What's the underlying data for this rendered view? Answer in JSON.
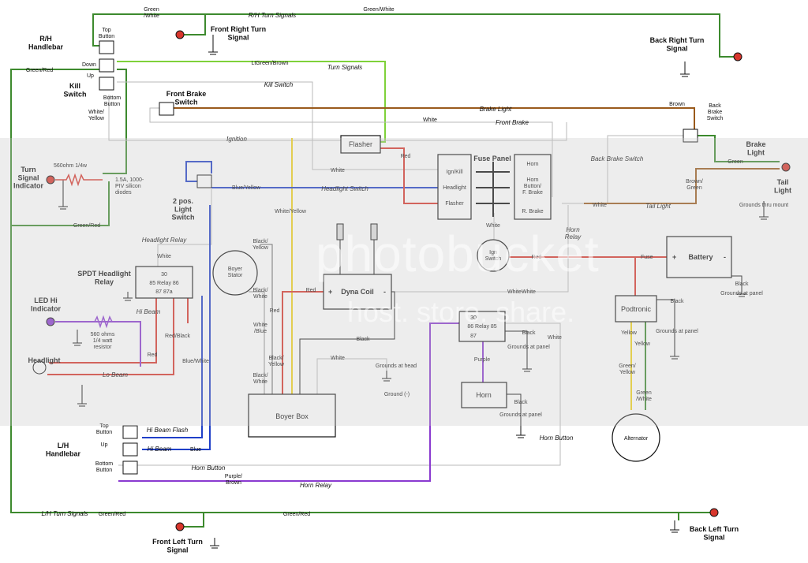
{
  "colors": {
    "green": "#3d8a2e",
    "light_green": "#7fd23a",
    "brown": "#9a5a1c",
    "grey": "#b9b9b9",
    "blue": "#1f3fc8",
    "red": "#d8362c",
    "yellow": "#f0d21a",
    "purple": "#8a3ad0",
    "black": "#111111"
  },
  "components": {
    "rh_handlebar": "R/H\nHandlebar",
    "kill_switch": "Kill\nSwitch",
    "top_button": "Top\nButton",
    "bottom_button": "Bottom\nButton",
    "down": "Down",
    "up": "Up",
    "front_right_turn": "Front Right Turn\nSignal",
    "back_right_turn": "Back Right Turn\nSignal",
    "front_brake_switch": "Front Brake\nSwitch",
    "back_brake_switch": "Back\nBrake\nSwitch",
    "brake_light": "Brake\nLight",
    "tail_light": "Tail\nLight",
    "turn_signal_indicator": "Turn\nSignal\nIndicator",
    "resistor_560_1_4w": "560ohm 1/4w",
    "diodes": "1.5A, 1000-\nPIV silicon\ndiodes",
    "light_switch": "2 pos.\nLight\nSwitch",
    "flasher": "Flasher",
    "fuse_panel": "Fuse Panel",
    "ign_kill": "Ign/Kill",
    "headlight": "Headlight",
    "flasher_fuse": "Flasher",
    "horn_fuse": "Horn",
    "horn_button_brake": "Horn\nButton/\nF. Brake",
    "r_brake": "R. Brake",
    "ign_switch": "Ign\nSwitch",
    "battery": "Battery",
    "battery_plus": "+",
    "battery_minus": "-",
    "fuse": "Fuse",
    "boyer_stator": "Boyer\nStator",
    "dyna_coil": "Dyna Coil",
    "coil_plus": "+",
    "coil_minus": "-",
    "headlight_relay_title": "Headlight Relay",
    "spdt_relay_label": "SPDT Headlight\nRelay",
    "relay_hl_30": "30",
    "relay_hl_mid": "85 Relay 86",
    "relay_hl_bot": "87  87a",
    "led_hi_indicator": "LED Hi\nIndicator",
    "resistor_560_quarter": "560 ohms\n1/4 watt\nresistor",
    "headlight_lamp": "Headlight",
    "boyer_box": "Boyer Box",
    "horn_relay_30": "30",
    "horn_relay_mid": "86 Relay 85",
    "horn_relay_bot": "87",
    "horn": "Horn",
    "podtronic": "Podtronic",
    "alternator": "Alternator",
    "lh_handlebar": "L/H\nHandlebar",
    "lh_top_button": "Top\nButton",
    "lh_up": "Up",
    "lh_bottom_button": "Bottom\nButton",
    "front_left_turn": "Front Left Turn\nSignal",
    "back_left_turn": "Back Left Turn\nSignal",
    "horn_relay_label": "Horn\nRelay"
  },
  "signals": {
    "rh_turn": "R/H Turn Signals",
    "turn": "Turn Signals",
    "kill": "Kill Switch",
    "brake_light": "Brake Light",
    "front_brake": "Front Brake",
    "ignition": "Ignition",
    "back_brake_switch": "Back Brake Switch",
    "headlight_switch": "Headlight Switch",
    "tail_light": "Tail Light",
    "horn_button_bottom": "Horn Button",
    "horn_button_lh": "Horn Button",
    "horn_relay": "Horn Relay",
    "lh_turn": "L/H Turn Signals",
    "hi_beam_flash": "Hi Beam Flash",
    "hi_beam_lh": "Hi Beam"
  },
  "wire_labels": {
    "green_white_top": "Green\n/White",
    "green_white_right": "Green/White",
    "green_red_left": "Green/Red",
    "lt_green_brown": "LtGreen/Brown",
    "white_yellow": "White/\nYellow",
    "brown": "Brown",
    "white_front_brake": "White",
    "red_flasher": "Red",
    "white_flasher": "White",
    "blue_yellow": "Blue/Yellow",
    "white_yellow_mid": "White/Yellow",
    "green_red_ind": "Green/Red",
    "green_brake": "Green",
    "brown_green": "Brown/\nGreen",
    "white_tail": "White",
    "grounds_thru_mount": "Grounds thru mount",
    "white_ign": "White",
    "red_ign": "Red",
    "white_relay": "White",
    "black_yellow": "Black/\nYellow",
    "black_white": "Black/\nWhite",
    "white_blue": "White\n/Blue",
    "red_boyer": "Red",
    "red_coil": "Red",
    "black_coil": "Black",
    "white_coil": "White",
    "grounds_at_head": "Grounds at head",
    "ground_minus": "Ground (-)",
    "black_yellow_2": "Black/\nYellow",
    "black_white_2": "Black/\nWhite",
    "hi_beam": "Hi Beam",
    "red_black": "Red/Black",
    "red_hl": "Red",
    "lo_beam": "Lo Beam",
    "blue_white": "Blue/White",
    "blue": "Blue",
    "black_batt": "Black",
    "grounds_at_panel_batt": "Grounds at panel",
    "black_pod": "Black",
    "grounds_at_panel_pod": "Grounds at panel",
    "yellow_1": "Yellow",
    "yellow_2": "Yellow",
    "green_yellow": "Green/\nYellow",
    "green_white_alt": "Green\n/White",
    "black_relay": "Black",
    "grounds_at_panel_relay": "Grounds at panel",
    "white_horn_relay": "White",
    "purple": "Purple",
    "black_horn": "Black",
    "grounds_at_panel_horn": "Grounds at panel",
    "purple_brown": "Purple/\nBrown",
    "green_red_bottom": "Green/Red",
    "green_red_bottom2": "Green/Red",
    "white_headlight_relay": "White",
    "white_hr": "White"
  }
}
